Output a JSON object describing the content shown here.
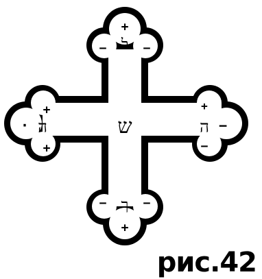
{
  "figure": {
    "caption": "рис.42",
    "center_letter": "ש",
    "top_letter": "ל",
    "left_letter": "ה",
    "right_letter": "ה",
    "bottom_letter": "ך",
    "plus": "+",
    "minus": "−",
    "small_mark": "·",
    "stroke_color": "#000000",
    "fill_color": "#ffffff"
  }
}
